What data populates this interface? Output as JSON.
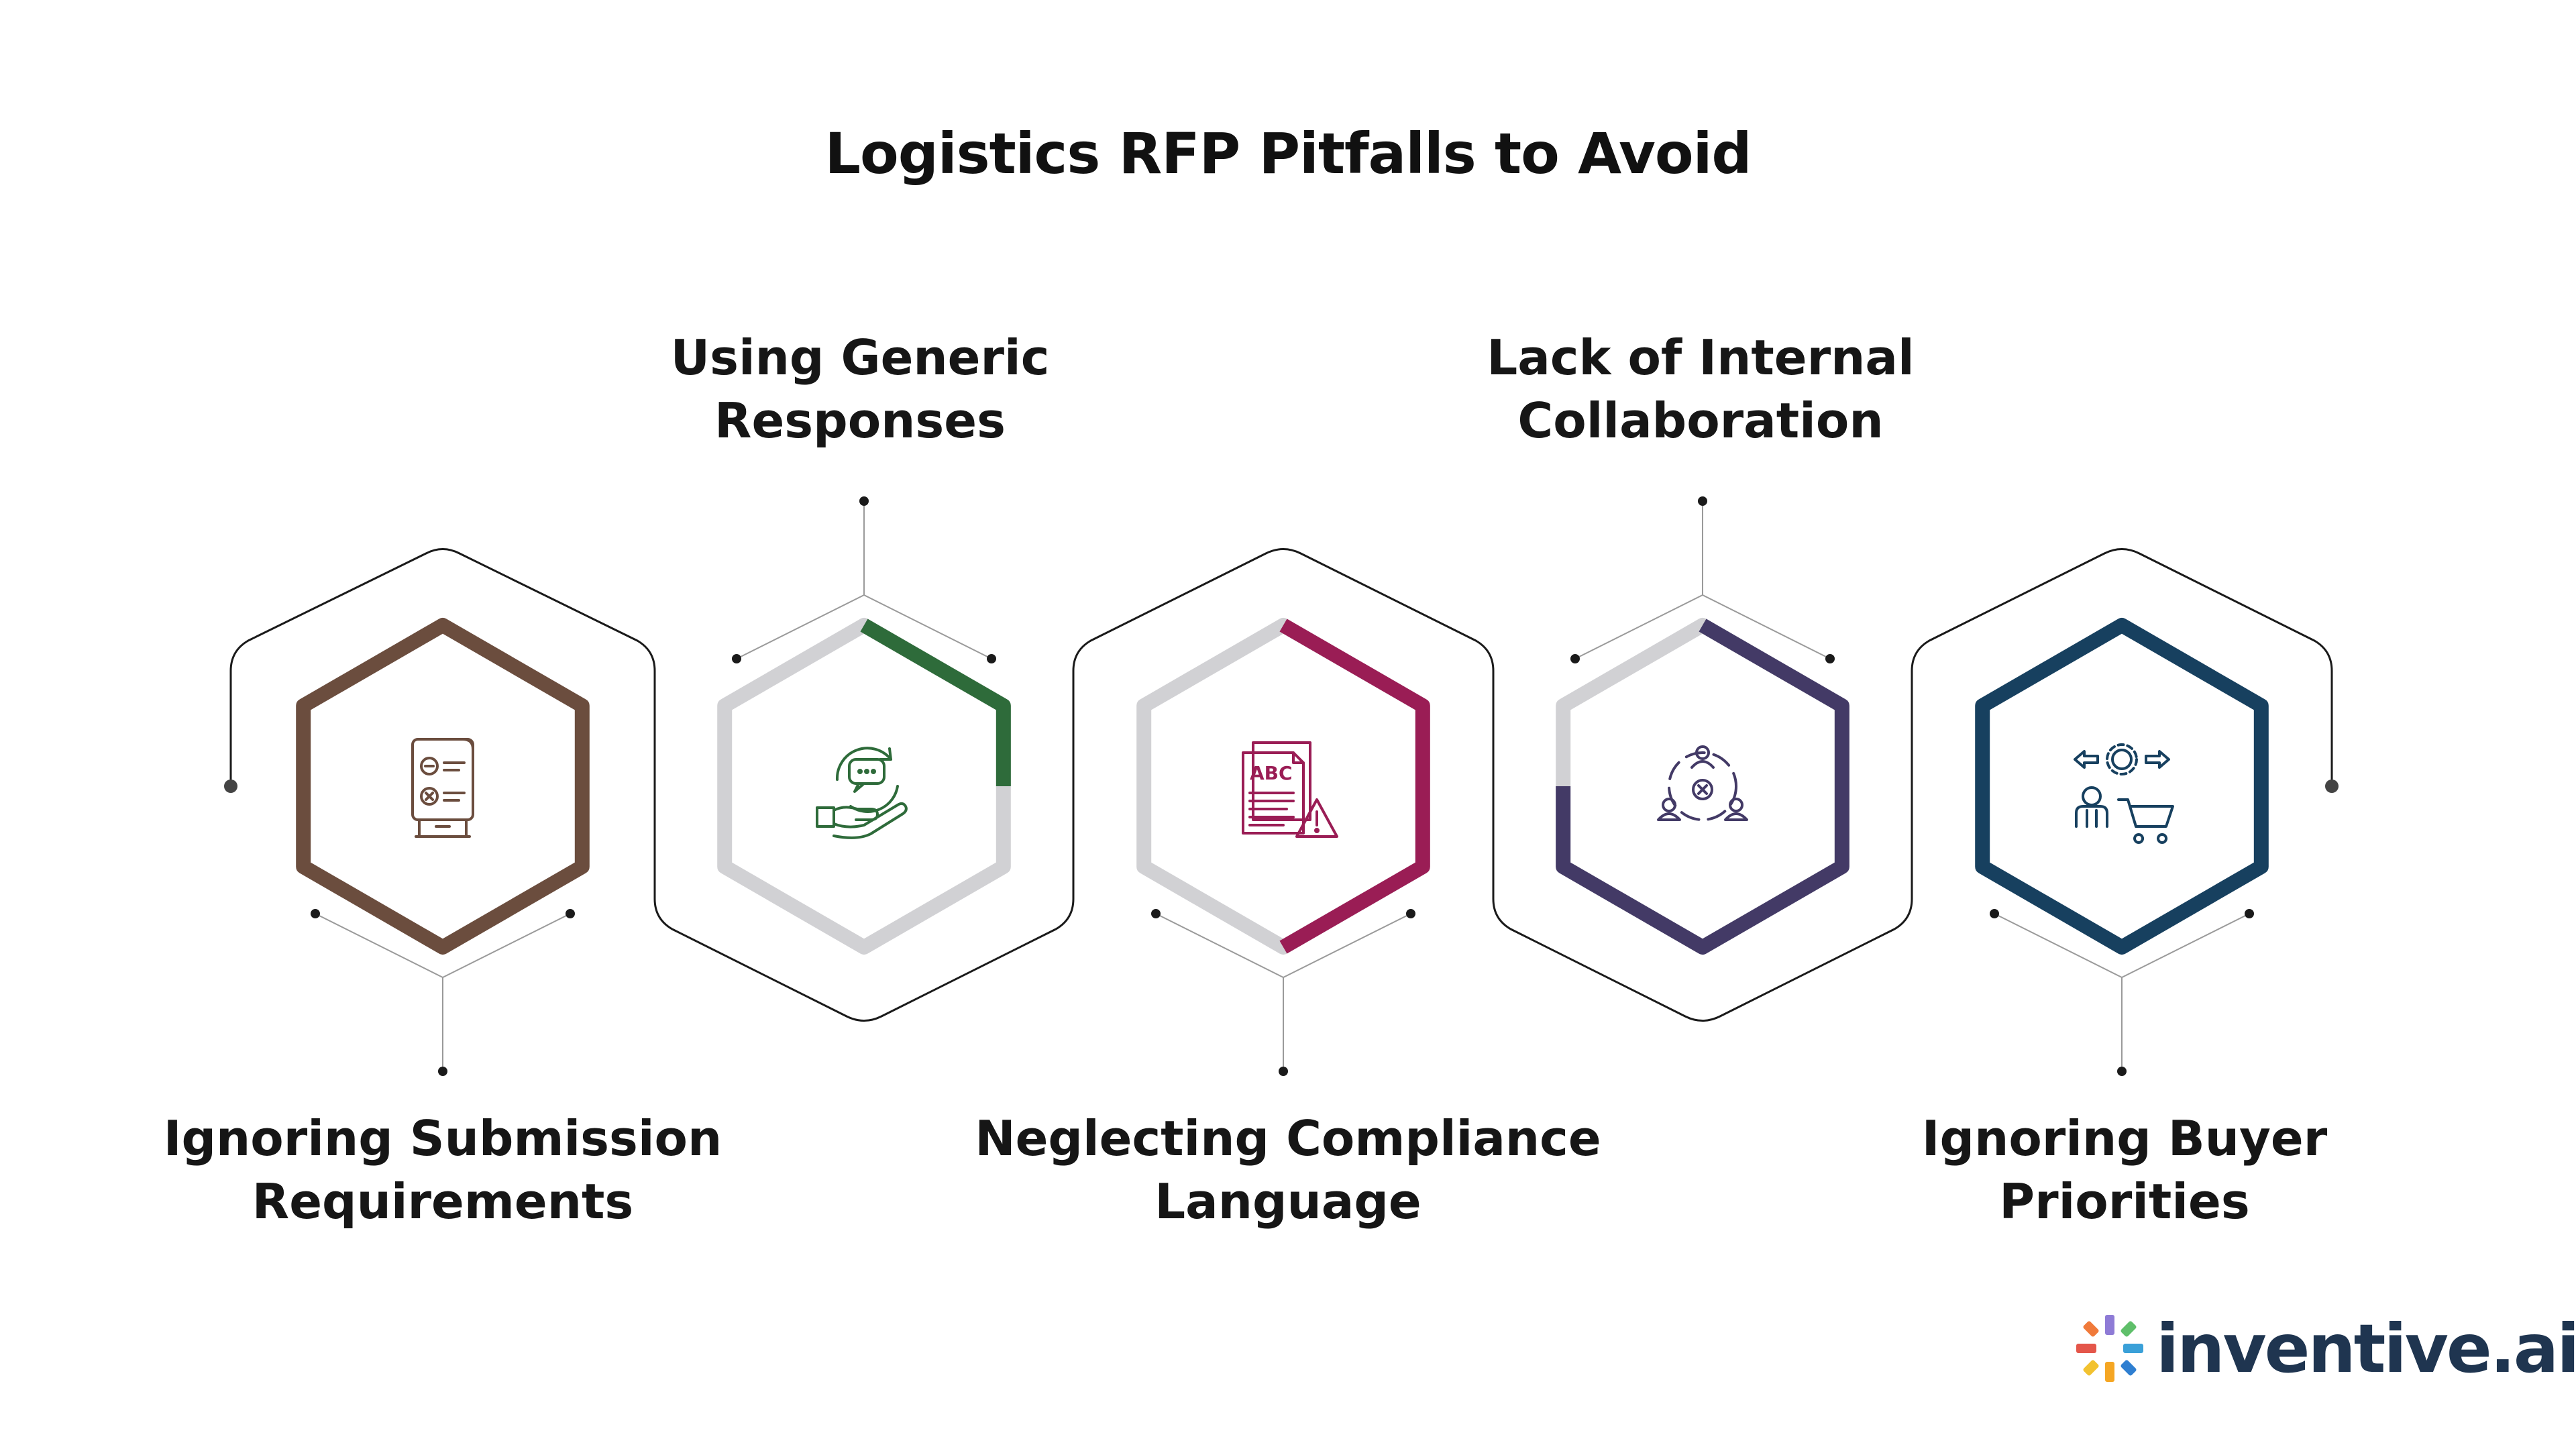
{
  "title": "Logistics RFP Pitfalls to Avoid",
  "items": [
    {
      "line1": "Ignoring Submission",
      "line2": "Requirements",
      "color": "#6b4d3e",
      "icon": "document-checklist-icon"
    },
    {
      "line1": "Using Generic",
      "line2": "Responses",
      "color": "#2e6b3a",
      "icon": "chat-hand-cycle-icon"
    },
    {
      "line1": "Neglecting Compliance",
      "line2": "Language",
      "color": "#9a1d55",
      "icon": "abc-document-warning-icon"
    },
    {
      "line1": "Lack of Internal",
      "line2": "Collaboration",
      "color": "#433a66",
      "icon": "team-network-icon"
    },
    {
      "line1": "Ignoring Buyer",
      "line2": "Priorities",
      "color": "#17405f",
      "icon": "gear-arrows-cart-icon"
    }
  ],
  "logo": {
    "text": "inventive.ai",
    "icon": "pinwheel-logo-icon"
  }
}
